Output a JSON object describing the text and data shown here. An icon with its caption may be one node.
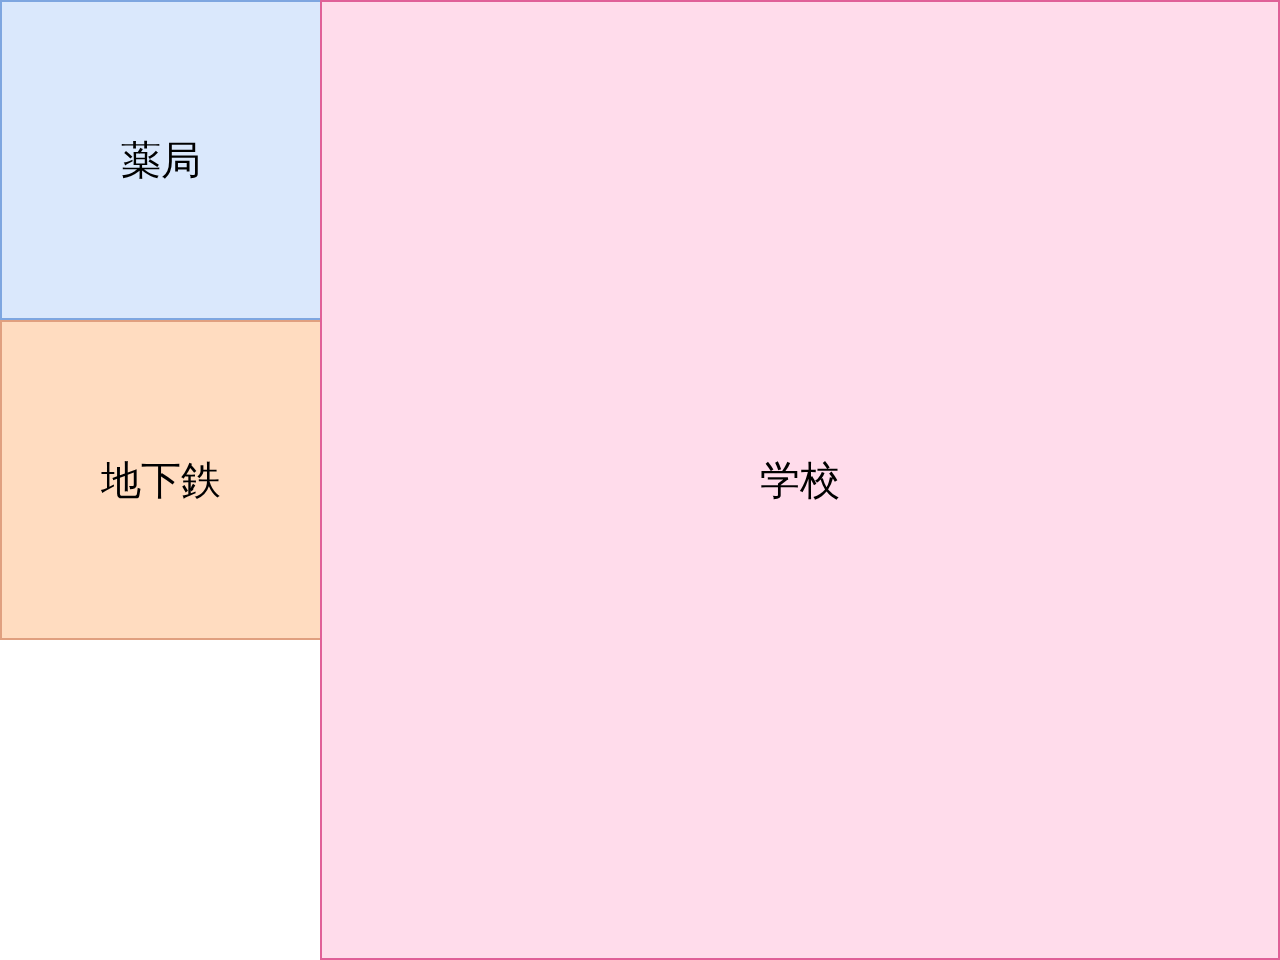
{
  "diagram": {
    "nodes": [
      {
        "text": [
          "薬局"
        ]
      },
      {
        "text": [
          "地下鉄"
        ]
      },
      {
        "text": [
          "学校"
        ]
      }
    ]
  }
}
